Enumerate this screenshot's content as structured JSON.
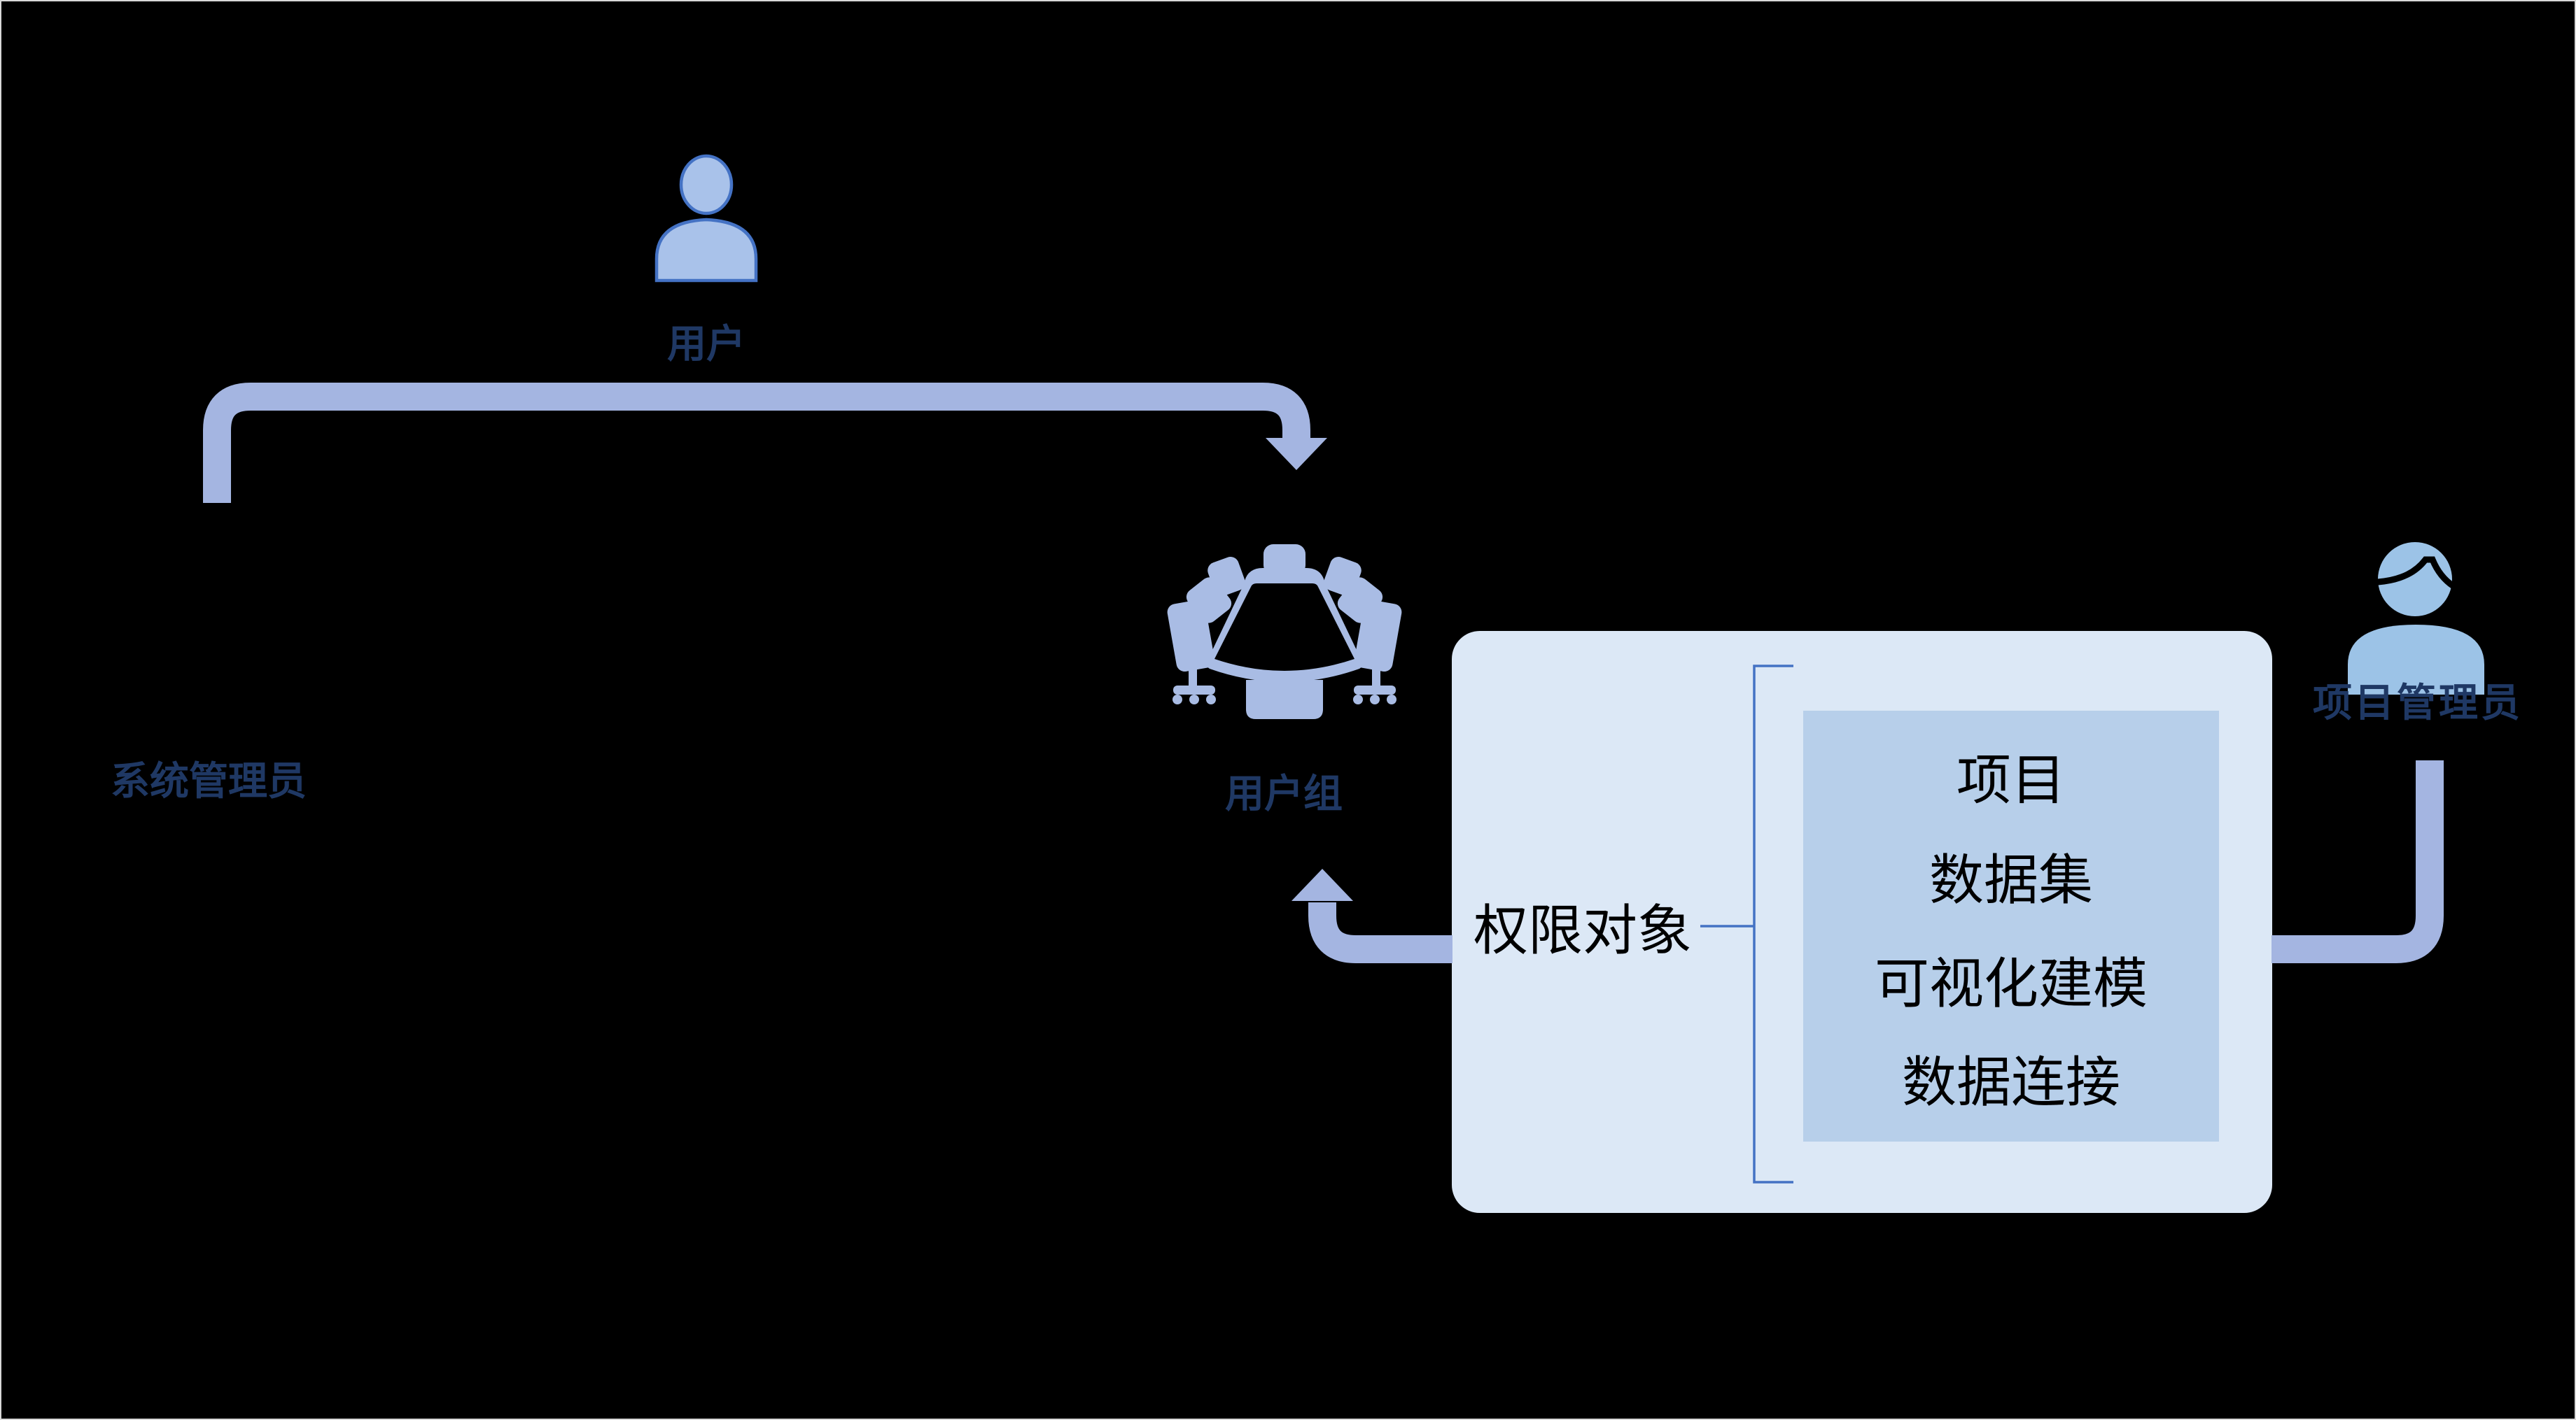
{
  "diagram": {
    "title_hint": "user / user-group permission model diagram",
    "nodes": {
      "user": {
        "label": "用户"
      },
      "system_admin": {
        "label": "系统管理员"
      },
      "user_group": {
        "label": "用户组"
      },
      "project_admin": {
        "label": "项目管理员"
      }
    },
    "permission": {
      "label": "权限对象",
      "items": [
        "项目",
        "数据集",
        "可视化建模",
        "数据连接"
      ]
    },
    "icons": [
      "user-icon",
      "meeting-group-icon",
      "project-admin-user-icon"
    ],
    "connectors": [
      "arrow-user-to-user-group",
      "arrow-permission-box-to-user-group",
      "connector-project-admin-to-permission-box",
      "bracket-permission-items"
    ],
    "colors": {
      "background": "#000000",
      "frame_border": "#d9d9d9",
      "arrow": "#a4b5e1",
      "user_icon_fill": "#a9c2ea",
      "user_icon_stroke": "#4472c4",
      "group_icon_fill": "#a9bce4",
      "project_admin_icon_fill": "#9cc3e7",
      "label_navy": "#1f3864",
      "outer_box_fill": "#dce8f6",
      "inner_box_fill": "#b7cfea",
      "bracket_line": "#4472c4",
      "black_text": "#000000"
    }
  }
}
